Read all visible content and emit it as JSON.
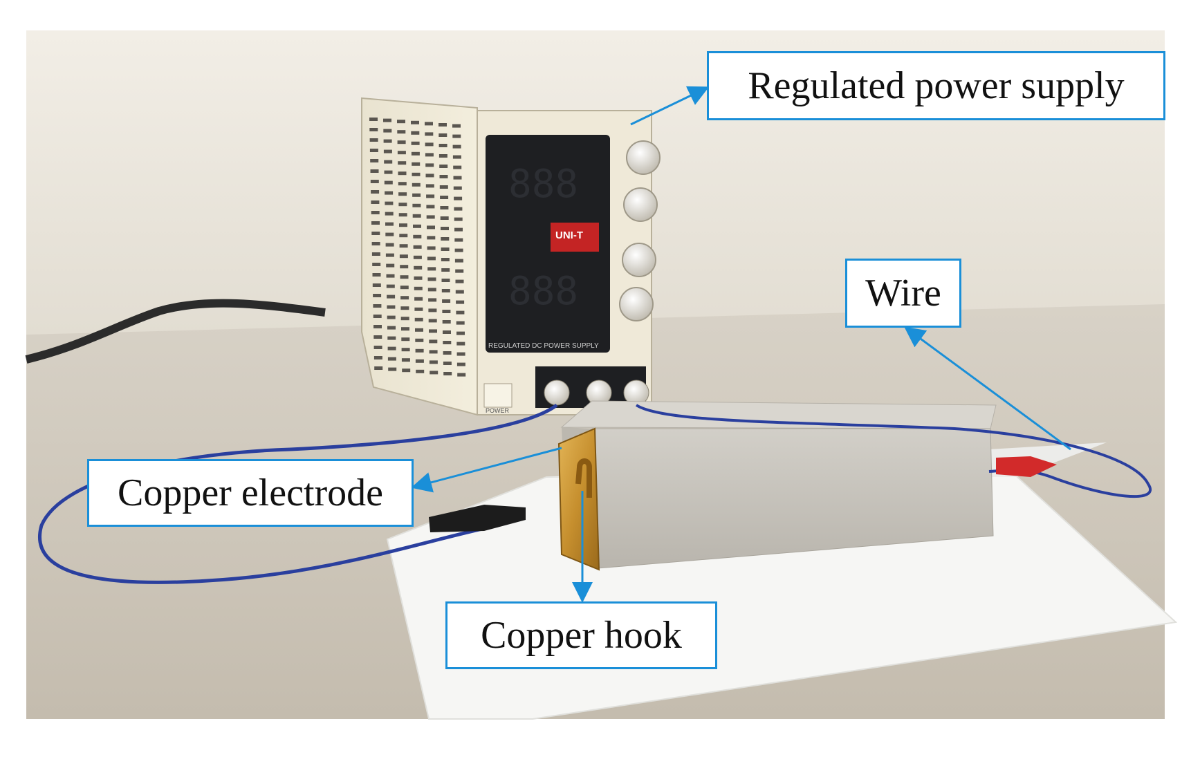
{
  "labels": {
    "power_supply": "Regulated power supply",
    "wire": "Wire",
    "copper_electrode": "Copper electrode",
    "copper_hook": "Copper hook"
  },
  "device_text": {
    "brand": "UNI-T",
    "panel_caption": "REGULATED DC POWER SUPPLY",
    "power_button": "POWER"
  },
  "colors": {
    "callout_border": "#1a8fd8",
    "arrow": "#1a8fd8",
    "wall": "#ece8df",
    "table": "#cfc8bc",
    "power_supply_body": "#ece6d3",
    "display_panel": "#1e1f22",
    "specimen": "#c9c6bf",
    "copper": "#c99a3a",
    "styrofoam": "#f4f4f2",
    "wire": "#2a3f9e"
  }
}
